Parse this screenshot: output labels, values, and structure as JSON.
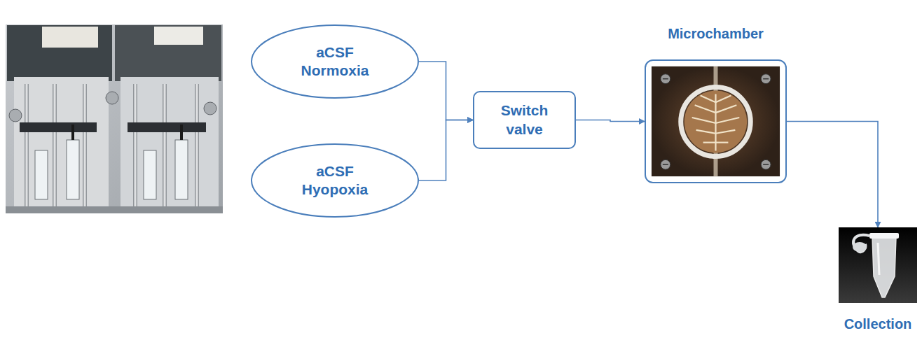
{
  "diagram": {
    "nodes": [
      {
        "text": [
          "aCSF Normoxia"
        ]
      },
      {
        "text": [
          "aCSF Hyopoxia"
        ]
      },
      {
        "text": [
          "Switch valve"
        ]
      },
      {
        "text": [
          "Microchamber"
        ]
      },
      {
        "text": [
          "Collection"
        ]
      }
    ],
    "edges": [
      {
        "from": 0,
        "to": 2,
        "arrow": "to"
      },
      {
        "from": 1,
        "to": 2,
        "arrow": "to"
      },
      {
        "from": 2,
        "to": 3,
        "arrow": "to"
      },
      {
        "from": 3,
        "to": 4,
        "arrow": "to"
      }
    ]
  }
}
